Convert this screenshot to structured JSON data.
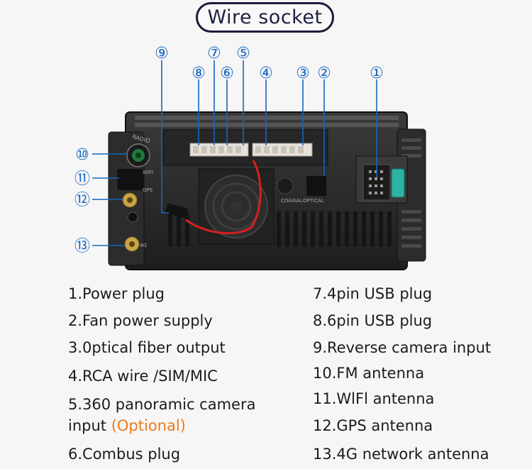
{
  "title": "Wire socket",
  "accent_color": "#1565c0",
  "optional_color": "#f07a1a",
  "callouts": [
    "①",
    "②",
    "③",
    "④",
    "⑤",
    "⑥",
    "⑦",
    "⑧",
    "⑨",
    "⑩",
    "⑪",
    "⑫",
    "⑬"
  ],
  "device_labels": {
    "radio": "RADIO",
    "coaxial": "COAXIAL",
    "optical": "OPTICAL",
    "gps": "GPS",
    "wifi": "WIFI",
    "fourg": "4G"
  },
  "legend_left": [
    {
      "text": "1.Power plug"
    },
    {
      "text": "2.Fan power supply"
    },
    {
      "text": "3.0ptical fiber output"
    },
    {
      "text": "4.RCA wire /SIM/MIC"
    },
    {
      "text": "5.360 panoramic camera"
    },
    {
      "text": "input ",
      "suffix": "(Optional)"
    },
    {
      "text": "6.Combus plug"
    }
  ],
  "legend_right": [
    {
      "text": "7.4pin USB plug"
    },
    {
      "text": "8.6pin USB plug"
    },
    {
      "text": "9.Reverse camera input"
    },
    {
      "text": "10.FM antenna"
    },
    {
      "text": "11.WlFl antenna"
    },
    {
      "text": "12.GPS antenna"
    },
    {
      "text": "13.4G network antenna"
    }
  ]
}
